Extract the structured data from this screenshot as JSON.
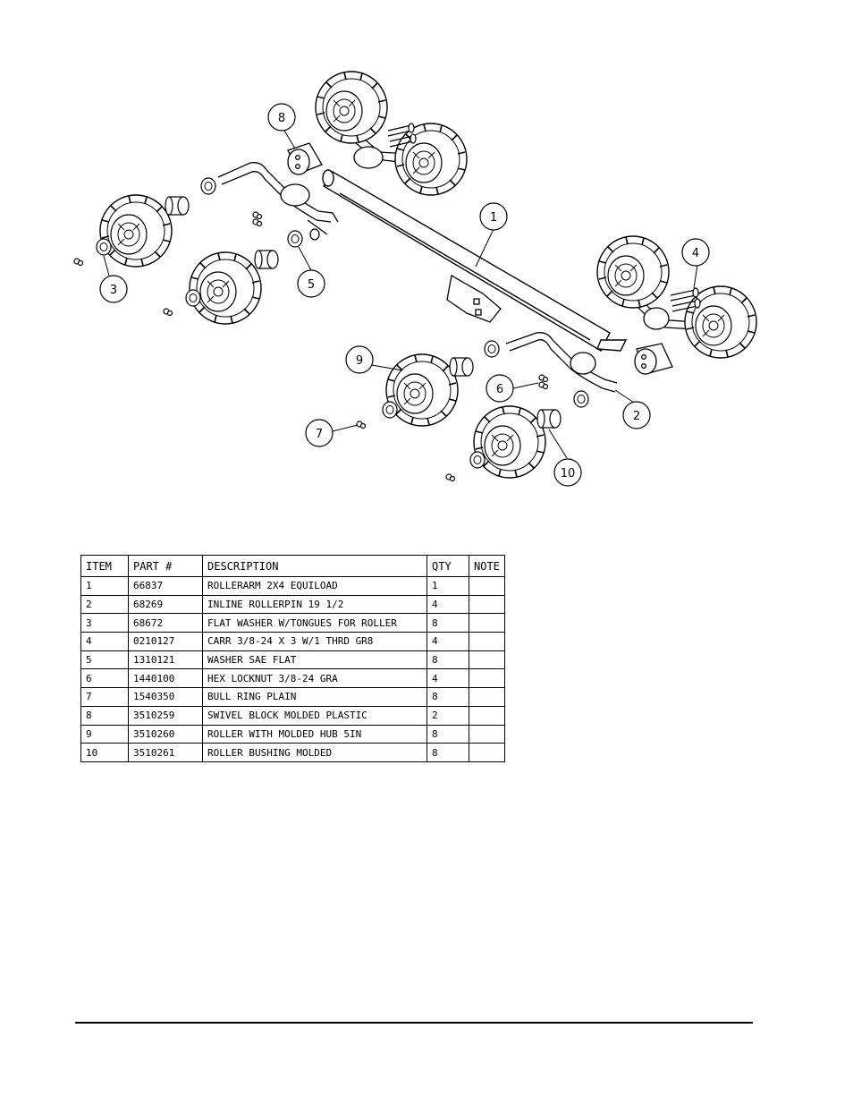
{
  "callouts": [
    {
      "label": "1"
    },
    {
      "label": "2"
    },
    {
      "label": "3"
    },
    {
      "label": "4"
    },
    {
      "label": "5"
    },
    {
      "label": "6"
    },
    {
      "label": "7"
    },
    {
      "label": "8"
    },
    {
      "label": "9"
    },
    {
      "label": "10"
    }
  ],
  "table": {
    "headers": [
      "ITEM",
      "PART #",
      "DESCRIPTION",
      "QTY",
      "NOTE"
    ],
    "rows": [
      {
        "item": "1",
        "part": "66837",
        "description": "ROLLERARM  2X4 EQUILOAD",
        "qty": "1",
        "note": ""
      },
      {
        "item": "2",
        "part": "68269",
        "description": "INLINE ROLLERPIN 19 1/2",
        "qty": "4",
        "note": ""
      },
      {
        "item": "3",
        "part": "68672",
        "description": "FLAT WASHER W/TONGUES FOR ROLLER",
        "qty": "8",
        "note": ""
      },
      {
        "item": "4",
        "part": "0210127",
        "description": "CARR 3/8-24 X 3 W/1 THRD GR8",
        "qty": "4",
        "note": ""
      },
      {
        "item": "5",
        "part": "1310121",
        "description": "WASHER SAE FLAT",
        "qty": "8",
        "note": ""
      },
      {
        "item": "6",
        "part": "1440100",
        "description": "HEX LOCKNUT 3/8-24 GRA",
        "qty": "4",
        "note": ""
      },
      {
        "item": "7",
        "part": "1540350",
        "description": "BULL RING PLAIN",
        "qty": "8",
        "note": ""
      },
      {
        "item": "8",
        "part": "3510259",
        "description": "SWIVEL BLOCK MOLDED PLASTIC",
        "qty": "2",
        "note": ""
      },
      {
        "item": "9",
        "part": "3510260",
        "description": "ROLLER WITH MOLDED HUB  5IN",
        "qty": "8",
        "note": ""
      },
      {
        "item": "10",
        "part": "3510261",
        "description": "ROLLER BUSHING MOLDED",
        "qty": "8",
        "note": ""
      }
    ]
  }
}
